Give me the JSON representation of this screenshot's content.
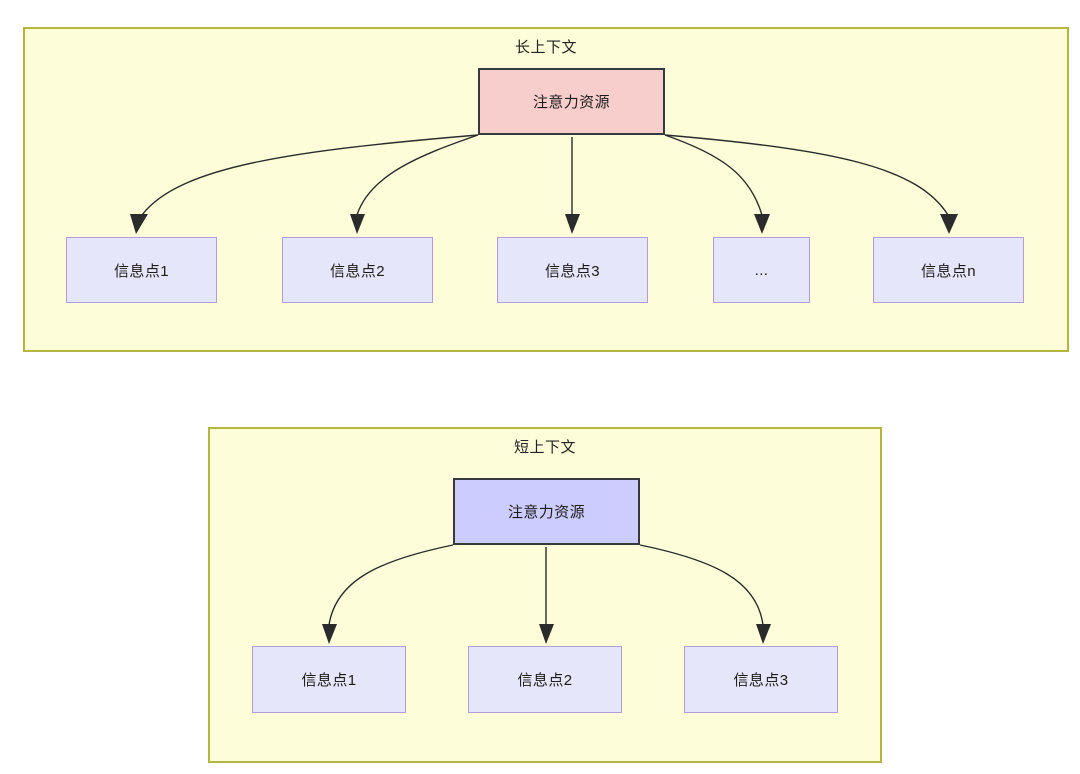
{
  "diagram": {
    "title_semantic": "attention-resource-allocation-long-vs-short-context",
    "colors": {
      "panel_fill": "#fdfdd9",
      "panel_border": "#b5b53f",
      "root_long_fill": "#f8cecc",
      "root_short_fill": "#ccccff",
      "root_border": "#36393d",
      "leaf_fill": "#e6e6fa",
      "leaf_border": "#b39ddb",
      "edge_stroke": "#2b2b2b",
      "text": "#1b1b1b"
    }
  },
  "panels": [
    {
      "id": "long-context",
      "title": "长上下文",
      "root": {
        "label": "注意力资源"
      },
      "leaves": [
        {
          "label": "信息点1"
        },
        {
          "label": "信息点2"
        },
        {
          "label": "信息点3"
        },
        {
          "label": "..."
        },
        {
          "label": "信息点n"
        }
      ]
    },
    {
      "id": "short-context",
      "title": "短上下文",
      "root": {
        "label": "注意力资源"
      },
      "leaves": [
        {
          "label": "信息点1"
        },
        {
          "label": "信息点2"
        },
        {
          "label": "信息点3"
        }
      ]
    }
  ]
}
